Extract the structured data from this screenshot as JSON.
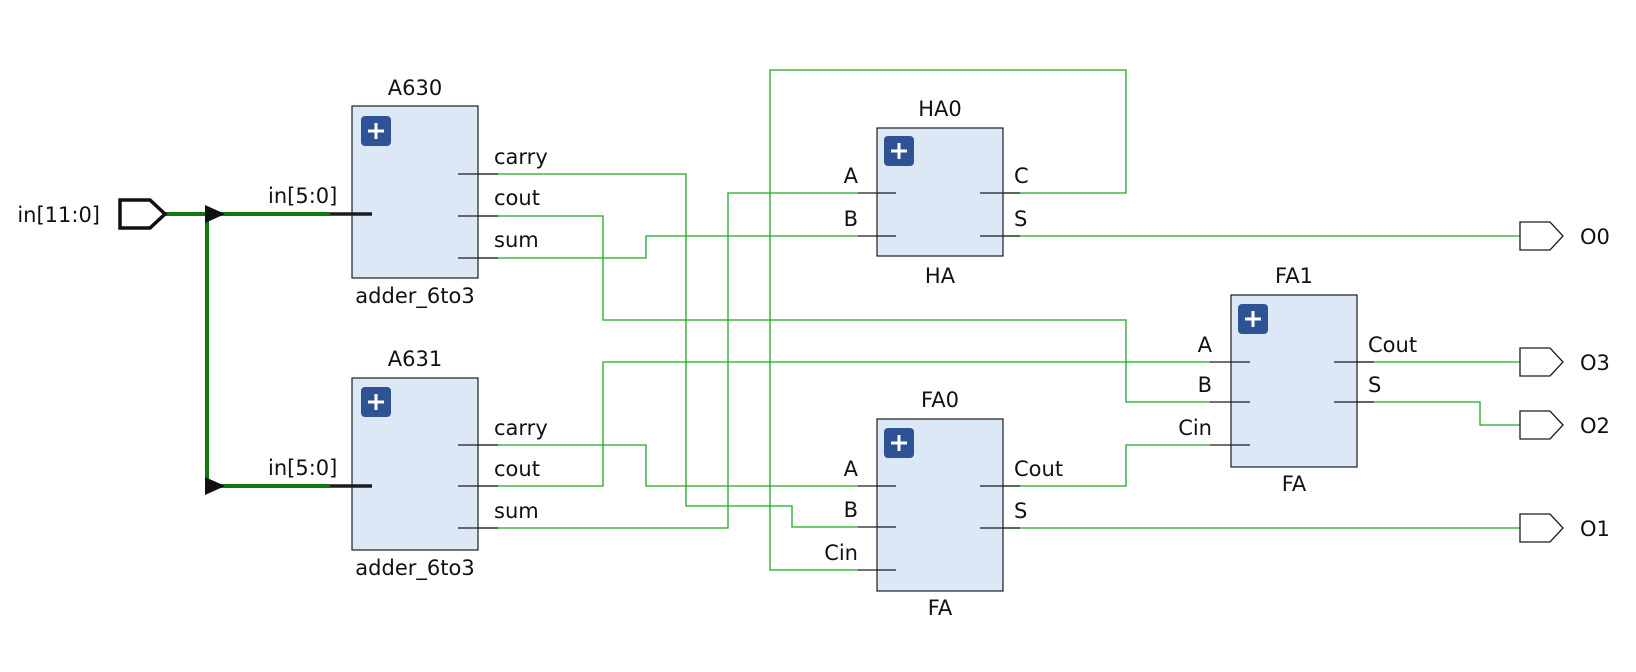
{
  "input_port": {
    "label": "in[11:0]"
  },
  "output_ports": [
    {
      "id": "o0",
      "label": "O0"
    },
    {
      "id": "o3",
      "label": "O3"
    },
    {
      "id": "o2",
      "label": "O2"
    },
    {
      "id": "o1",
      "label": "O1"
    }
  ],
  "cells": {
    "a630": {
      "name": "A630",
      "type": "adder_6to3",
      "in_pin": "in[5:0]",
      "out_pins": [
        "carry",
        "cout",
        "sum"
      ]
    },
    "a631": {
      "name": "A631",
      "type": "adder_6to3",
      "in_pin": "in[5:0]",
      "out_pins": [
        "carry",
        "cout",
        "sum"
      ]
    },
    "ha0": {
      "name": "HA0",
      "type": "HA",
      "in_pins": [
        "A",
        "B"
      ],
      "out_pins": [
        "C",
        "S"
      ]
    },
    "fa0": {
      "name": "FA0",
      "type": "FA",
      "in_pins": [
        "A",
        "B",
        "Cin"
      ],
      "out_pins": [
        "Cout",
        "S"
      ]
    },
    "fa1": {
      "name": "FA1",
      "type": "FA",
      "in_pins": [
        "A",
        "B",
        "Cin"
      ],
      "out_pins": [
        "Cout",
        "S"
      ]
    }
  },
  "colors": {
    "wire": "#22a822",
    "bus": "#117711",
    "cell_fill": "#dde8f6",
    "expand_button": "#2e5394"
  }
}
